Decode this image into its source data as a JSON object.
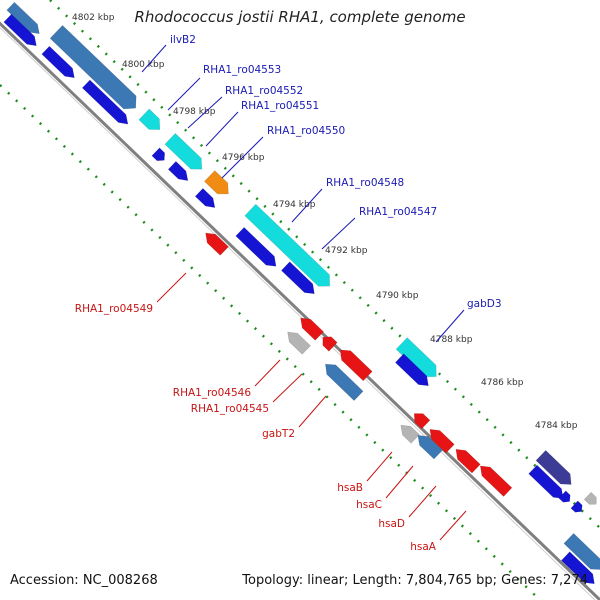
{
  "title": "Rhodococcus jostii RHA1, complete genome",
  "footer": {
    "accession": "Accession: NC_008268",
    "summary": "Topology: linear; Length: 7,804,765 bp; Genes: 7,274"
  },
  "ticks": [
    "4802 kbp",
    "4800 kbp",
    "4798 kbp",
    "4796 kbp",
    "4794 kbp",
    "4792 kbp",
    "4790 kbp",
    "4788 kbp",
    "4786 kbp",
    "4784 kbp"
  ],
  "forward_labels": [
    "ilvB2",
    "RHA1_ro04553",
    "RHA1_ro04552",
    "RHA1_ro04551",
    "RHA1_ro04550",
    "RHA1_ro04548",
    "RHA1_ro04547",
    "gabD3"
  ],
  "reverse_labels": [
    "RHA1_ro04549",
    "RHA1_ro04546",
    "RHA1_ro04545",
    "gabT2",
    "hsaB",
    "hsaC",
    "hsaD",
    "hsaA"
  ],
  "colors": {
    "forward_label": "#1a1ab4",
    "reverse_label": "#c81414",
    "backbone": "#808080",
    "tick": "#1e8c1e",
    "gene_blue": "#1414d2",
    "gene_steel": "#3c78b4",
    "gene_cyan": "#14dcdc",
    "gene_orange": "#f08c14",
    "gene_red": "#e61414",
    "gene_gray": "#b4b4b4",
    "gene_navy": "#3c3c96"
  }
}
